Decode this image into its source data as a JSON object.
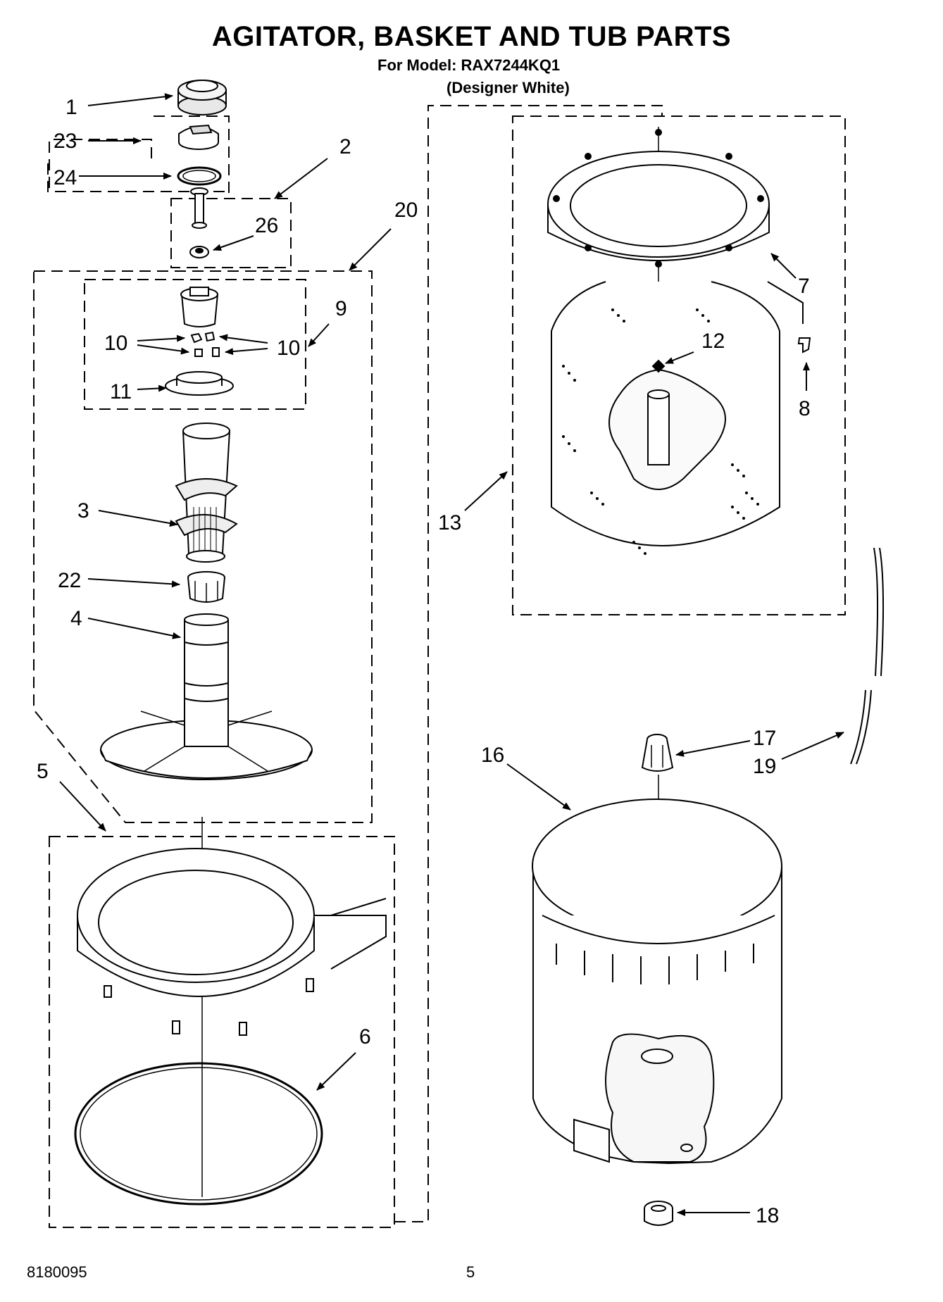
{
  "title": "AGITATOR, BASKET AND TUB PARTS",
  "model_line": "For Model: RAX7244KQ1",
  "model_variant": "(Designer White)",
  "footer": {
    "doc_number": "8180095",
    "page_number": "5"
  },
  "callouts": {
    "c1": "1",
    "c23": "23",
    "c24": "24",
    "c2": "2",
    "c26": "26",
    "c20": "20",
    "c9": "9",
    "c10a": "10",
    "c10b": "10",
    "c11": "11",
    "c3": "3",
    "c22": "22",
    "c4": "4",
    "c5": "5",
    "c6": "6",
    "c7": "7",
    "c8": "8",
    "c12": "12",
    "c13": "13",
    "c16": "16",
    "c17": "17",
    "c19": "19",
    "c18": "18"
  }
}
